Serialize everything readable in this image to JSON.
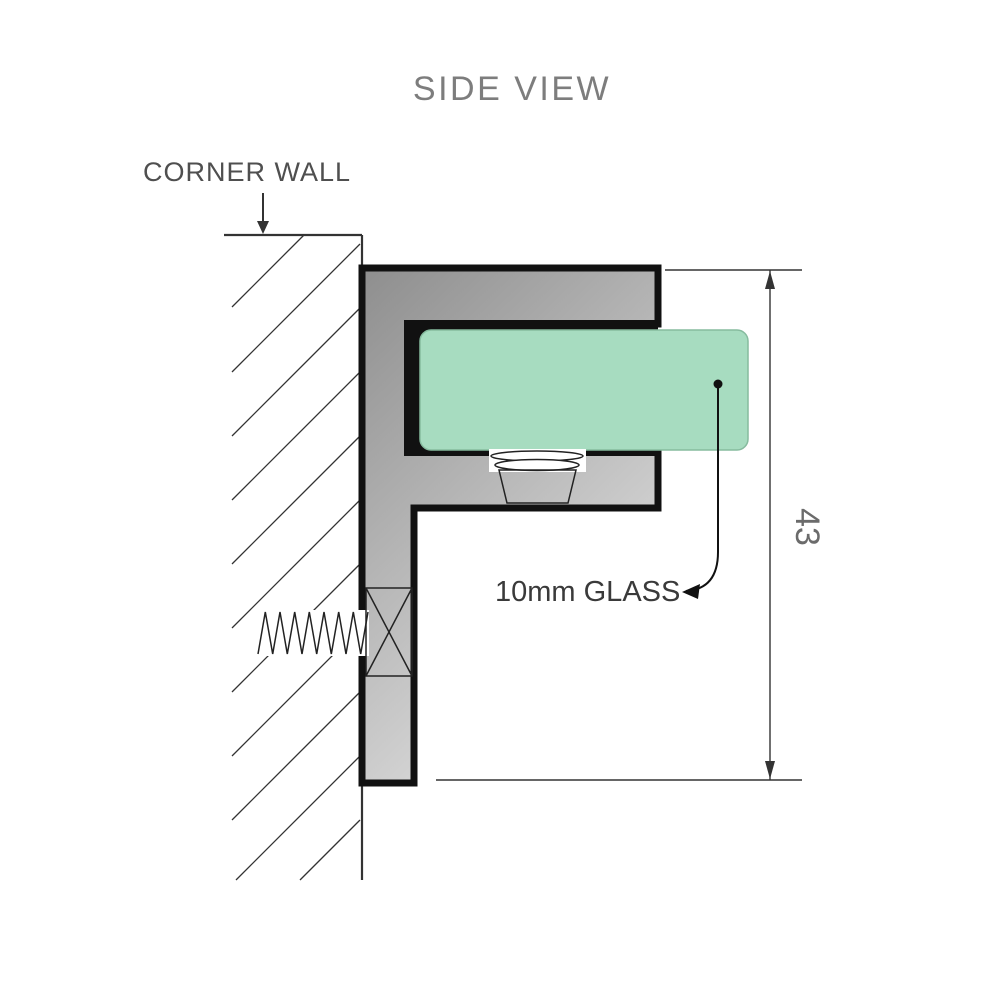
{
  "title": "SIDE VIEW",
  "diagram": {
    "corner_wall_label": "CORNER WALL",
    "glass_label": "10mm GLASS",
    "height_dimension": "43"
  },
  "colors": {
    "glass_fill": "#a7dcc0",
    "glass_stroke": "#86bb9e",
    "metal_dark": "#8e8e8e",
    "metal_light": "#e0e0e0",
    "outline": "#111111"
  }
}
